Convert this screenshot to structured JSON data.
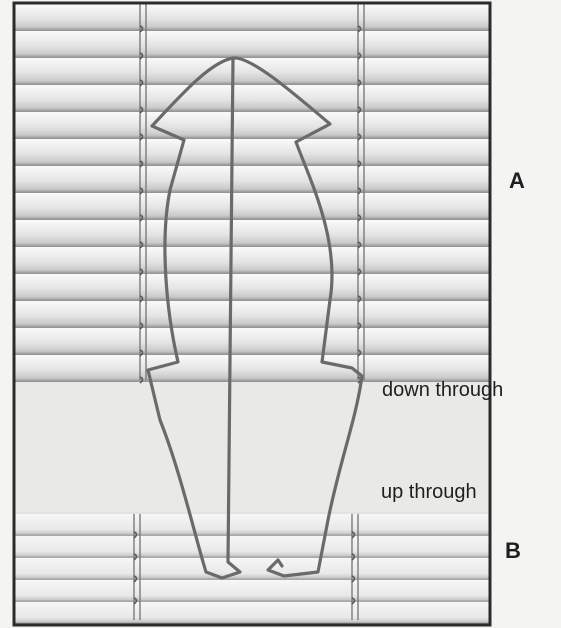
{
  "labels": {
    "a": "A",
    "b": "B",
    "down": "down through",
    "up": "up through"
  },
  "colors": {
    "page": "#f4f4f2",
    "blind": "#dedede",
    "slat_highlight": "#f3f3f3",
    "slat_shadow": "#9c9c9c",
    "frame": "#2b2b2b",
    "wire": "#6a6a6a"
  }
}
